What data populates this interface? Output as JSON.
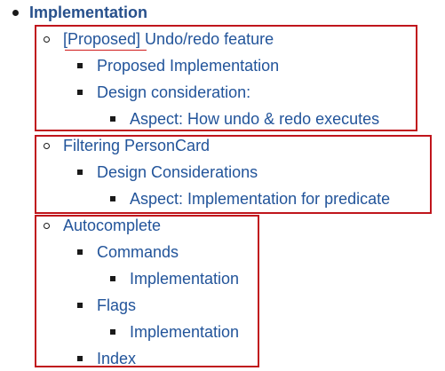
{
  "toc": {
    "section": {
      "label": "Implementation"
    },
    "groups": [
      {
        "title": "[Proposed] Undo/redo feature",
        "items": [
          {
            "label": "Proposed Implementation"
          },
          {
            "label": "Design consideration:",
            "children": [
              {
                "label": "Aspect: How undo & redo executes"
              }
            ]
          }
        ]
      },
      {
        "title": "Filtering PersonCard",
        "items": [
          {
            "label": "Design Considerations",
            "children": [
              {
                "label": "Aspect: Implementation for predicate"
              }
            ]
          }
        ]
      },
      {
        "title": "Autocomplete",
        "items": [
          {
            "label": "Commands",
            "children": [
              {
                "label": "Implementation"
              }
            ]
          },
          {
            "label": "Flags",
            "children": [
              {
                "label": "Implementation"
              }
            ]
          },
          {
            "label": "Index"
          }
        ]
      }
    ]
  },
  "colors": {
    "link": "#22549a",
    "heading": "#27508c",
    "highlight_border": "#c0151c",
    "bullet": "#1a1a1a"
  }
}
